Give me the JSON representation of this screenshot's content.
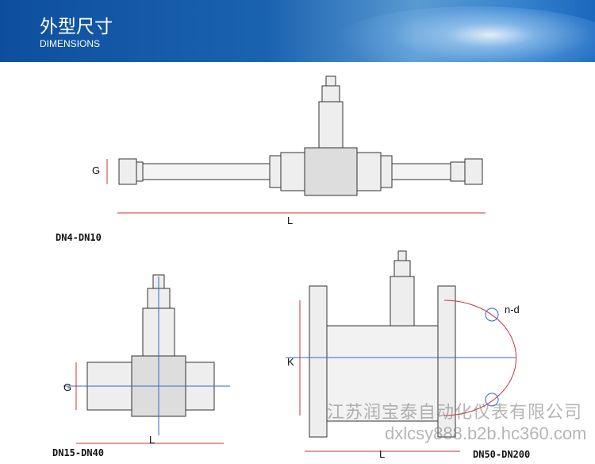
{
  "header": {
    "title": "外型尺寸",
    "subtitle": "DIMENSIONS"
  },
  "diagrams": [
    {
      "model": "DN4-DN10",
      "labels": {
        "g": "G",
        "l": "L"
      }
    },
    {
      "model": "DN15-DN40",
      "labels": {
        "g": "G",
        "l": "L"
      }
    },
    {
      "model": "DN50-DN200",
      "labels": {
        "k": "K",
        "l": "L",
        "nd": "n-d"
      }
    }
  ],
  "watermark": {
    "company": "江苏润宝泰自动化仪表有限公司",
    "url": "dxlcsy888.b2b.hc360.com"
  }
}
